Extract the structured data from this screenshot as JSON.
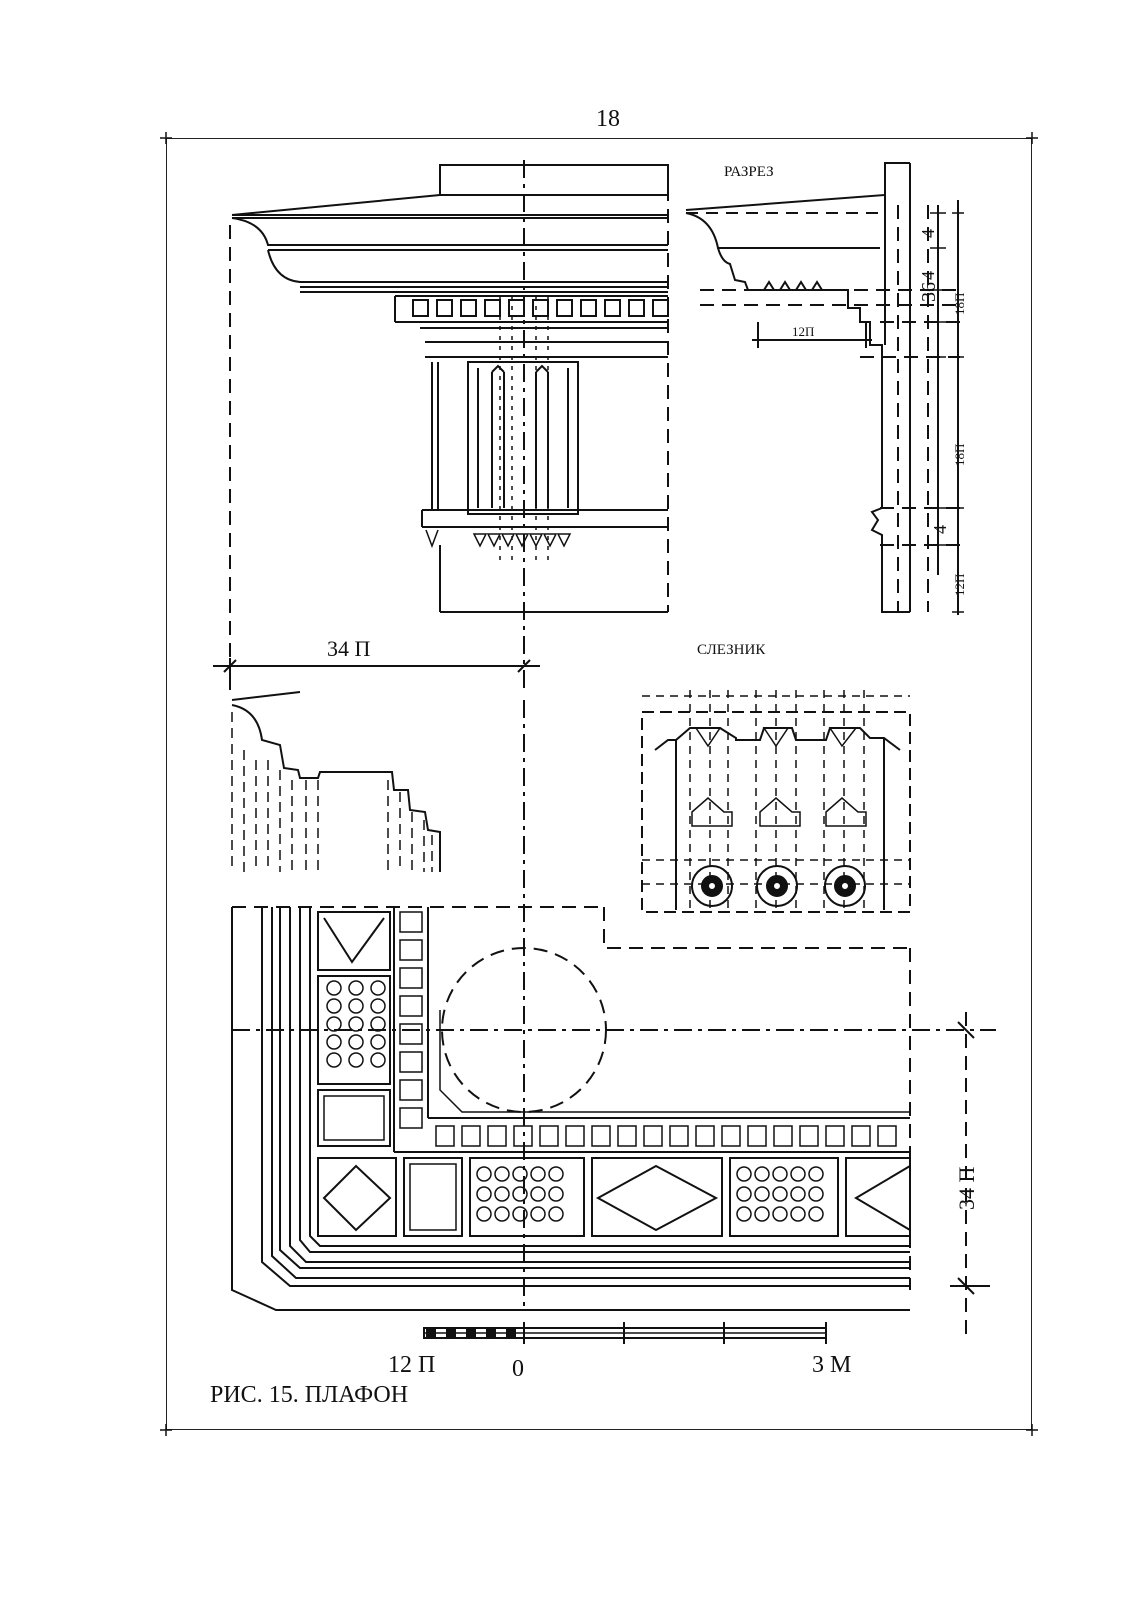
{
  "page_number": "18",
  "caption": "РИС. 15. ПЛАФОН",
  "section_title": "РАЗРЕЗ",
  "slieznik_title": "СЛЕЗНИК",
  "dims": {
    "width_34_top": "34 П",
    "width_34_right": "34 П",
    "d_12p_small": "12П",
    "d_36": "36",
    "d_4_a": "4",
    "d_4_b": "4",
    "d_4_c": "4",
    "d_18p_a": "18П",
    "d_18p_b": "18П",
    "d_12p_side": "12П"
  },
  "scale": {
    "left": "12 П",
    "zero": "0",
    "right": "3 М"
  }
}
